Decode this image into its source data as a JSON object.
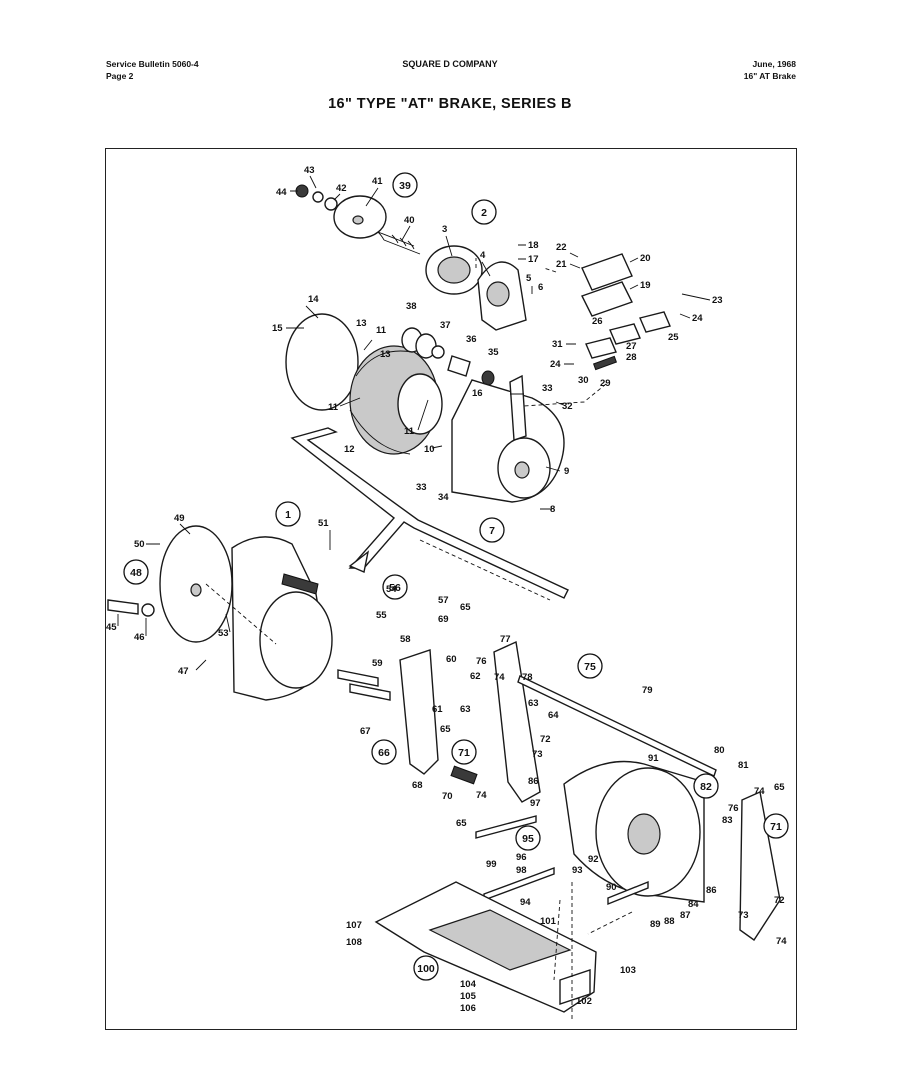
{
  "header": {
    "left_line1": "Service Bulletin 5060-4",
    "left_line2": "Page 2",
    "center": "SQUARE D COMPANY",
    "right_line1": "June, 1968",
    "right_line2": "16\" AT Brake"
  },
  "title": "16\" TYPE \"AT\" BRAKE, SERIES B",
  "group_labels": [
    "39",
    "2",
    "1",
    "7",
    "48",
    "56",
    "75",
    "66",
    "71",
    "82",
    "71",
    "95",
    "100"
  ],
  "part_labels": [
    "44",
    "43",
    "42",
    "41",
    "40",
    "3",
    "18",
    "17",
    "4",
    "5",
    "6",
    "22",
    "21",
    "20",
    "19",
    "23",
    "24",
    "26",
    "25",
    "27",
    "31",
    "28",
    "24",
    "30",
    "29",
    "14",
    "15",
    "13",
    "11",
    "13",
    "38",
    "37",
    "36",
    "35",
    "16",
    "33",
    "32",
    "11",
    "11",
    "12",
    "10",
    "9",
    "33",
    "34",
    "8",
    "50",
    "49",
    "51",
    "45",
    "46",
    "53",
    "47",
    "54",
    "55",
    "57",
    "58",
    "65",
    "69",
    "59",
    "60",
    "62",
    "63",
    "61",
    "76",
    "77",
    "78",
    "74",
    "63",
    "64",
    "65",
    "72",
    "73",
    "67",
    "68",
    "70",
    "79",
    "80",
    "81",
    "74",
    "65",
    "76",
    "91",
    "83",
    "86",
    "97",
    "74",
    "65",
    "92",
    "93",
    "96",
    "98",
    "99",
    "94",
    "90",
    "86",
    "84",
    "87",
    "88",
    "89",
    "73",
    "72",
    "74",
    "107",
    "101",
    "108",
    "103",
    "104",
    "105",
    "106",
    "102"
  ]
}
